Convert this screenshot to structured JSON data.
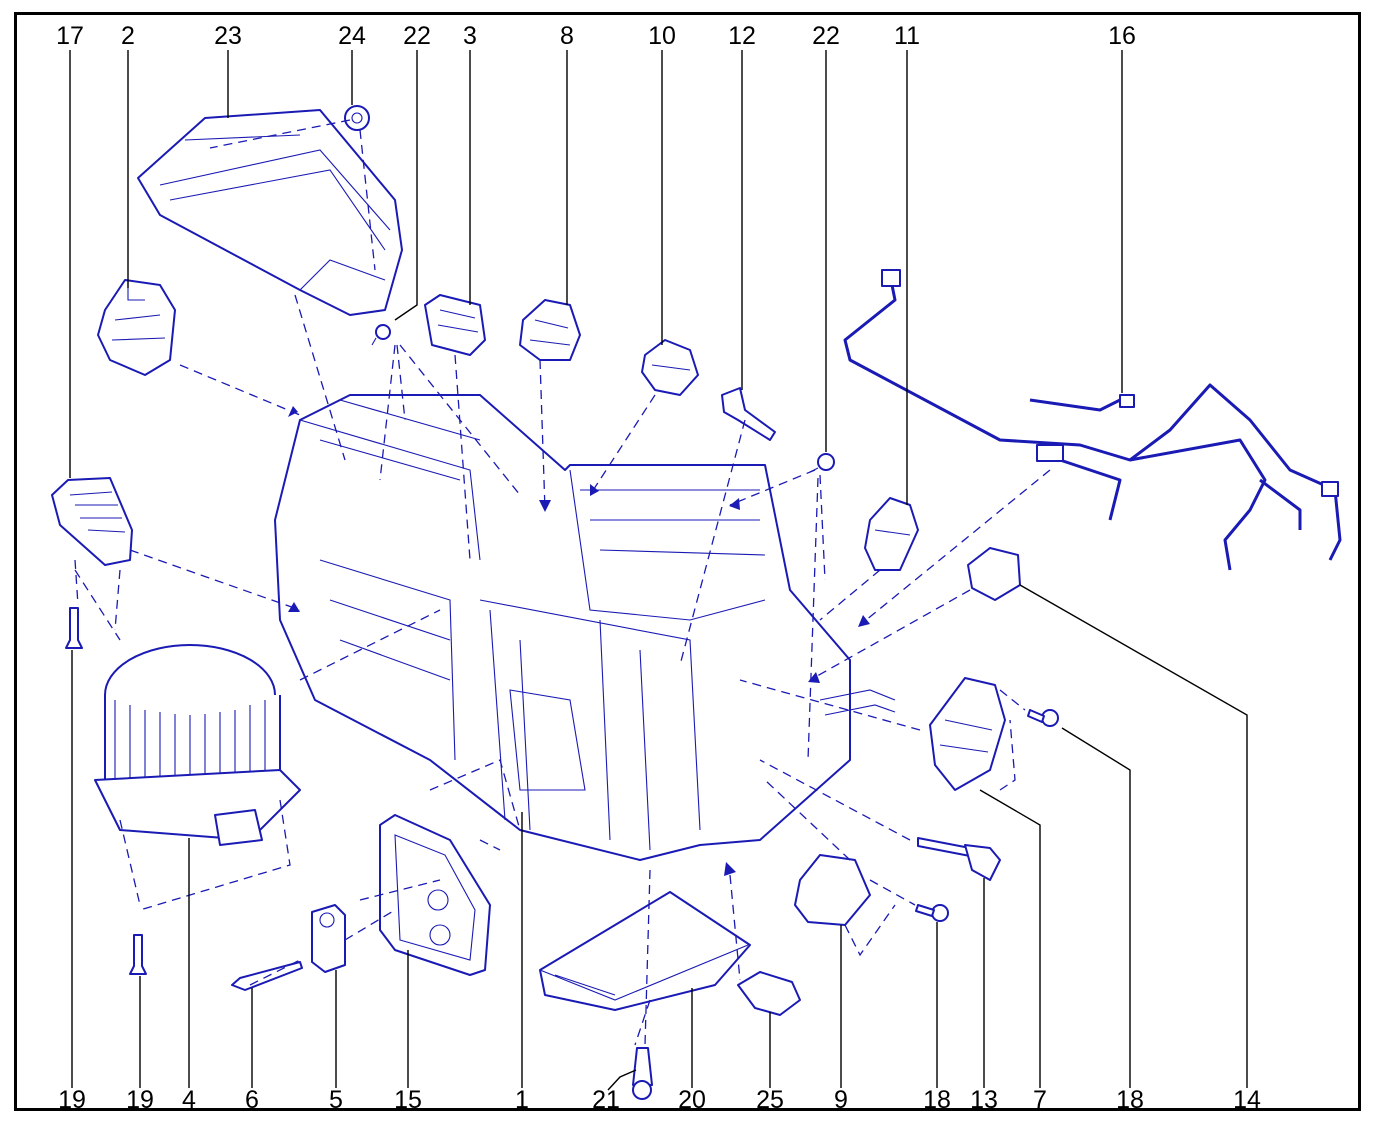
{
  "top_labels": [
    "17",
    "2",
    "23",
    "24",
    "22",
    "3",
    "8",
    "10",
    "12",
    "22",
    "11",
    "16"
  ],
  "bottom_labels": [
    "19",
    "19",
    "4",
    "6",
    "5",
    "15",
    "1",
    "21",
    "20",
    "25",
    "9",
    "18",
    "13",
    "7",
    "18",
    "14"
  ],
  "colors": {
    "line_art": "#1a1ab4",
    "frame": "#000000",
    "background": "#ffffff"
  }
}
